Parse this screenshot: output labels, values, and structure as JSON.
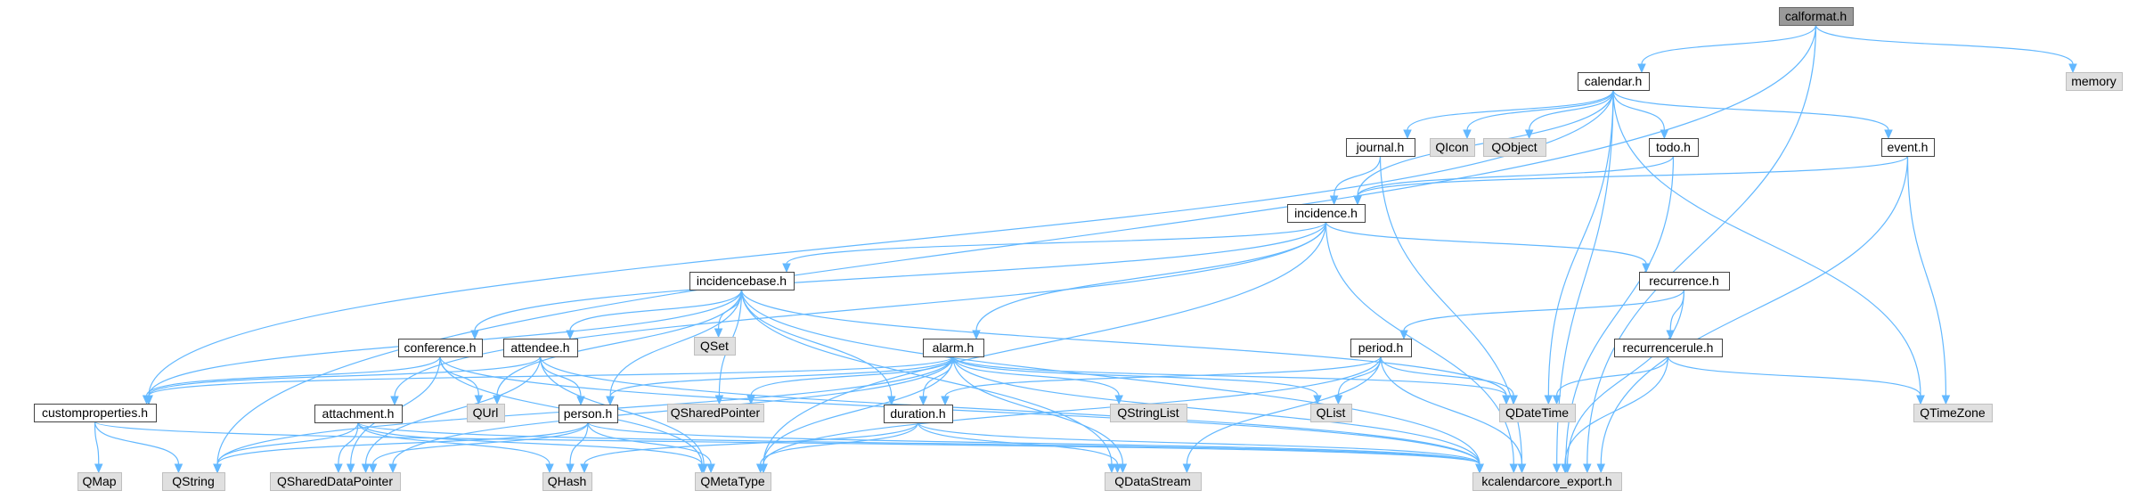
{
  "colors": {
    "edge": "#63b8ff",
    "root_fill": "#999999",
    "header_fill": "#ffffff",
    "external_fill": "#e0e0e0"
  },
  "nodes": {
    "calformat": {
      "label": "calformat.h",
      "kind": "root"
    },
    "calendar": {
      "label": "calendar.h",
      "kind": "header"
    },
    "memory": {
      "label": "memory",
      "kind": "external"
    },
    "journal": {
      "label": "journal.h",
      "kind": "header"
    },
    "qicon": {
      "label": "QIcon",
      "kind": "external"
    },
    "qobject": {
      "label": "QObject",
      "kind": "external"
    },
    "todo": {
      "label": "todo.h",
      "kind": "header"
    },
    "event": {
      "label": "event.h",
      "kind": "header"
    },
    "incidence": {
      "label": "incidence.h",
      "kind": "header"
    },
    "incidencebase": {
      "label": "incidencebase.h",
      "kind": "header"
    },
    "recurrence": {
      "label": "recurrence.h",
      "kind": "header"
    },
    "qset": {
      "label": "QSet",
      "kind": "external"
    },
    "conference": {
      "label": "conference.h",
      "kind": "header"
    },
    "attendee": {
      "label": "attendee.h",
      "kind": "header"
    },
    "alarm": {
      "label": "alarm.h",
      "kind": "header"
    },
    "period": {
      "label": "period.h",
      "kind": "header"
    },
    "recurrencerule": {
      "label": "recurrencerule.h",
      "kind": "header"
    },
    "customproperties": {
      "label": "customproperties.h",
      "kind": "header"
    },
    "qurl": {
      "label": "QUrl",
      "kind": "external"
    },
    "qsharedpointer": {
      "label": "QSharedPointer",
      "kind": "external"
    },
    "qstringlist": {
      "label": "QStringList",
      "kind": "external"
    },
    "qlist": {
      "label": "QList",
      "kind": "external"
    },
    "qdatetime": {
      "label": "QDateTime",
      "kind": "external"
    },
    "qtimezone": {
      "label": "QTimeZone",
      "kind": "external"
    },
    "attachment": {
      "label": "attachment.h",
      "kind": "header"
    },
    "person": {
      "label": "person.h",
      "kind": "header"
    },
    "duration": {
      "label": "duration.h",
      "kind": "header"
    },
    "qmap": {
      "label": "QMap",
      "kind": "external"
    },
    "qstring": {
      "label": "QString",
      "kind": "external"
    },
    "qshareddatapointer": {
      "label": "QSharedDataPointer",
      "kind": "external"
    },
    "qhash": {
      "label": "QHash",
      "kind": "external"
    },
    "qmetatype": {
      "label": "QMetaType",
      "kind": "external"
    },
    "qdatastream": {
      "label": "QDataStream",
      "kind": "external"
    },
    "kcalendarcore_export": {
      "label": "kcalendarcore_export.h",
      "kind": "external"
    }
  },
  "edges": [
    [
      "calformat",
      "calendar"
    ],
    [
      "calformat",
      "memory"
    ],
    [
      "calformat",
      "kcalendarcore_export"
    ],
    [
      "calformat",
      "qstring"
    ],
    [
      "calendar",
      "journal"
    ],
    [
      "calendar",
      "qicon"
    ],
    [
      "calendar",
      "qobject"
    ],
    [
      "calendar",
      "todo"
    ],
    [
      "calendar",
      "event"
    ],
    [
      "calendar",
      "incidence"
    ],
    [
      "calendar",
      "customproperties"
    ],
    [
      "calendar",
      "qdatetime"
    ],
    [
      "calendar",
      "qtimezone"
    ],
    [
      "calendar",
      "kcalendarcore_export"
    ],
    [
      "journal",
      "incidence"
    ],
    [
      "journal",
      "kcalendarcore_export"
    ],
    [
      "todo",
      "incidence"
    ],
    [
      "todo",
      "kcalendarcore_export"
    ],
    [
      "event",
      "incidence"
    ],
    [
      "event",
      "qtimezone"
    ],
    [
      "event",
      "kcalendarcore_export"
    ],
    [
      "incidence",
      "incidencebase"
    ],
    [
      "incidence",
      "recurrence"
    ],
    [
      "incidence",
      "alarm"
    ],
    [
      "incidence",
      "conference"
    ],
    [
      "incidence",
      "attachment"
    ],
    [
      "incidence",
      "qmetatype"
    ],
    [
      "incidence",
      "kcalendarcore_export"
    ],
    [
      "incidencebase",
      "customproperties"
    ],
    [
      "incidencebase",
      "attendee"
    ],
    [
      "incidencebase",
      "qset"
    ],
    [
      "incidencebase",
      "qsharedpointer"
    ],
    [
      "incidencebase",
      "qurl"
    ],
    [
      "incidencebase",
      "person"
    ],
    [
      "incidencebase",
      "duration"
    ],
    [
      "incidencebase",
      "qdatetime"
    ],
    [
      "incidencebase",
      "qdatastream"
    ],
    [
      "incidencebase",
      "kcalendarcore_export"
    ],
    [
      "recurrence",
      "period"
    ],
    [
      "recurrence",
      "recurrencerule"
    ],
    [
      "recurrence",
      "kcalendarcore_export"
    ],
    [
      "conference",
      "customproperties"
    ],
    [
      "conference",
      "qurl"
    ],
    [
      "conference",
      "qshareddatapointer"
    ],
    [
      "conference",
      "qmetatype"
    ],
    [
      "conference",
      "kcalendarcore_export"
    ],
    [
      "attendee",
      "customproperties"
    ],
    [
      "attendee",
      "person"
    ],
    [
      "attendee",
      "qshareddatapointer"
    ],
    [
      "attendee",
      "qmetatype"
    ],
    [
      "attendee",
      "kcalendarcore_export"
    ],
    [
      "alarm",
      "customproperties"
    ],
    [
      "alarm",
      "person"
    ],
    [
      "alarm",
      "duration"
    ],
    [
      "alarm",
      "qsharedpointer"
    ],
    [
      "alarm",
      "qstringlist"
    ],
    [
      "alarm",
      "qlist"
    ],
    [
      "alarm",
      "qdatetime"
    ],
    [
      "alarm",
      "qstring"
    ],
    [
      "alarm",
      "qshareddatapointer"
    ],
    [
      "alarm",
      "qmetatype"
    ],
    [
      "alarm",
      "qdatastream"
    ],
    [
      "alarm",
      "kcalendarcore_export"
    ],
    [
      "period",
      "duration"
    ],
    [
      "period",
      "qlist"
    ],
    [
      "period",
      "qdatetime"
    ],
    [
      "period",
      "qmetatype"
    ],
    [
      "period",
      "qdatastream"
    ],
    [
      "period",
      "kcalendarcore_export"
    ],
    [
      "recurrencerule",
      "qdatetime"
    ],
    [
      "recurrencerule",
      "qtimezone"
    ],
    [
      "recurrencerule",
      "kcalendarcore_export"
    ],
    [
      "customproperties",
      "qmap"
    ],
    [
      "customproperties",
      "qstring"
    ],
    [
      "customproperties",
      "kcalendarcore_export"
    ],
    [
      "attachment",
      "qstring"
    ],
    [
      "attachment",
      "qshareddatapointer"
    ],
    [
      "attachment",
      "qhash"
    ],
    [
      "attachment",
      "qmetatype"
    ],
    [
      "attachment",
      "kcalendarcore_export"
    ],
    [
      "person",
      "qstring"
    ],
    [
      "person",
      "qshareddatapointer"
    ],
    [
      "person",
      "qhash"
    ],
    [
      "person",
      "qmetatype"
    ],
    [
      "person",
      "kcalendarcore_export"
    ],
    [
      "duration",
      "qhash"
    ],
    [
      "duration",
      "qmetatype"
    ],
    [
      "duration",
      "qdatastream"
    ],
    [
      "duration",
      "kcalendarcore_export"
    ]
  ]
}
